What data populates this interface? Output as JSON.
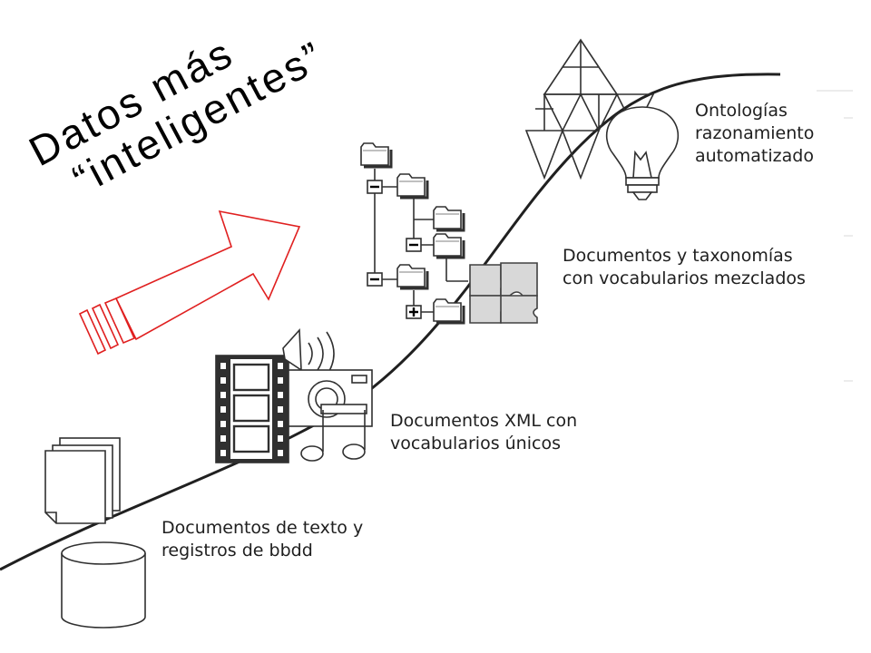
{
  "headline": {
    "line1": "Datos más",
    "line2": "“inteligentes”"
  },
  "stages": [
    {
      "line1": "Documentos de texto y",
      "line2": "registros de bbdd",
      "icon": "documents-database-icon"
    },
    {
      "line1": "Documentos XML con",
      "line2": "vocabularios únicos",
      "icon": "multimedia-icon"
    },
    {
      "line1": "Documentos y taxonomías",
      "line2": "con vocabularios mezclados",
      "icon": "folder-tree-puzzle-icon"
    },
    {
      "line1": "Ontologías",
      "line2": "razonamiento",
      "line3": "automatizado",
      "icon": "lightbulb-icon"
    }
  ],
  "colors": {
    "arrow": "#e02020",
    "ink": "#202020",
    "background": "#ffffff"
  }
}
